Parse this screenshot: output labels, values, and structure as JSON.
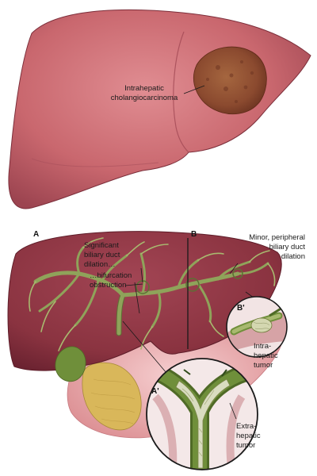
{
  "labels": {
    "top_tumor_line1": "Intrahepatic",
    "top_tumor_line2": "cholangiocarcinoma",
    "panel_a": "A",
    "panel_b": "B",
    "sig_line1": "Significant",
    "sig_line2": "biliary duct",
    "sig_line3": "dilation…",
    "bif_line1": "…bifurcation",
    "bif_line2": "obstruction",
    "minor_line1": "Minor, peripheral",
    "minor_line2": "biliary duct",
    "minor_line3": "dilation",
    "b_prime": "B'",
    "a_prime": "A'",
    "intra_line1": "Intra-",
    "intra_line2": "hepatic",
    "intra_line3": "tumor",
    "extra_line1": "Extra-",
    "extra_line2": "hepatic",
    "extra_line3": "tumor"
  },
  "colors": {
    "liver_top": "#c9676e",
    "liver_bottom": "#8a3340",
    "tumor": "#8b4a2f",
    "bile_duct": "#8fa35a",
    "gallbladder": "#6f8f3a",
    "pancreas": "#e7a6a8",
    "duodenum_fat": "#d9b75a"
  }
}
